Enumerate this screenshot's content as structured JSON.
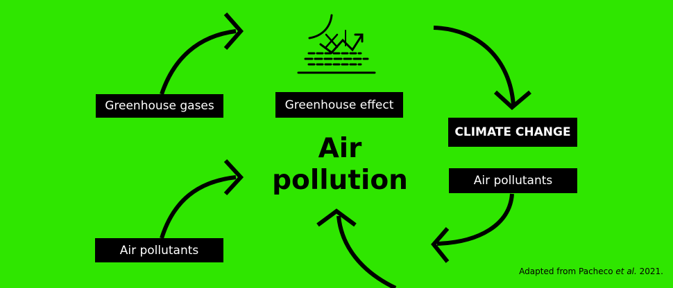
{
  "diagram": {
    "labels": {
      "greenhouse_gases": "Greenhouse gases",
      "greenhouse_effect": "Greenhouse effect",
      "climate_change": "CLIMATE CHANGE",
      "air_pollutants_right": "Air pollutants",
      "air_pollutants_left": "Air pollutants"
    },
    "center": {
      "line1": "Air",
      "line2": "pollution"
    },
    "credit": {
      "prefix": "Adapted from Pacheco ",
      "italic": "et al.",
      "suffix": " 2021."
    },
    "icons": [
      "greenhouse-effect-icon"
    ],
    "colors": {
      "background": "#2fe600",
      "box": "#000000",
      "box_text": "#ffffff"
    }
  }
}
